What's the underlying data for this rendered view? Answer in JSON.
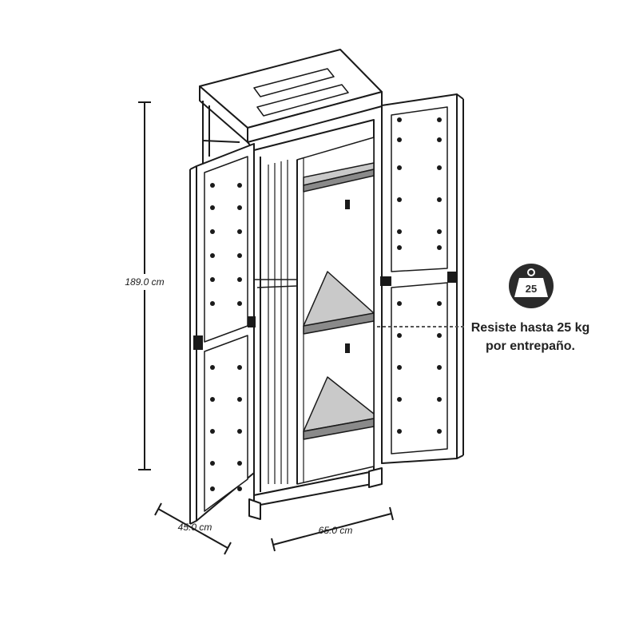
{
  "dimensions": {
    "height_label": "189.0 cm",
    "depth_label": "45.0 cm",
    "width_label": "65.0 cm"
  },
  "weight_badge": {
    "value": "25",
    "icon": "weight-icon"
  },
  "callout": {
    "line1": "Resiste hasta 25 kg",
    "line2": "por entrepaño."
  },
  "colors": {
    "line": "#1a1a1a",
    "shelf": "#c9c9c9",
    "shelf_edge": "#8a8a8a",
    "badge": "#2b2b2b",
    "dash": "#555555"
  }
}
